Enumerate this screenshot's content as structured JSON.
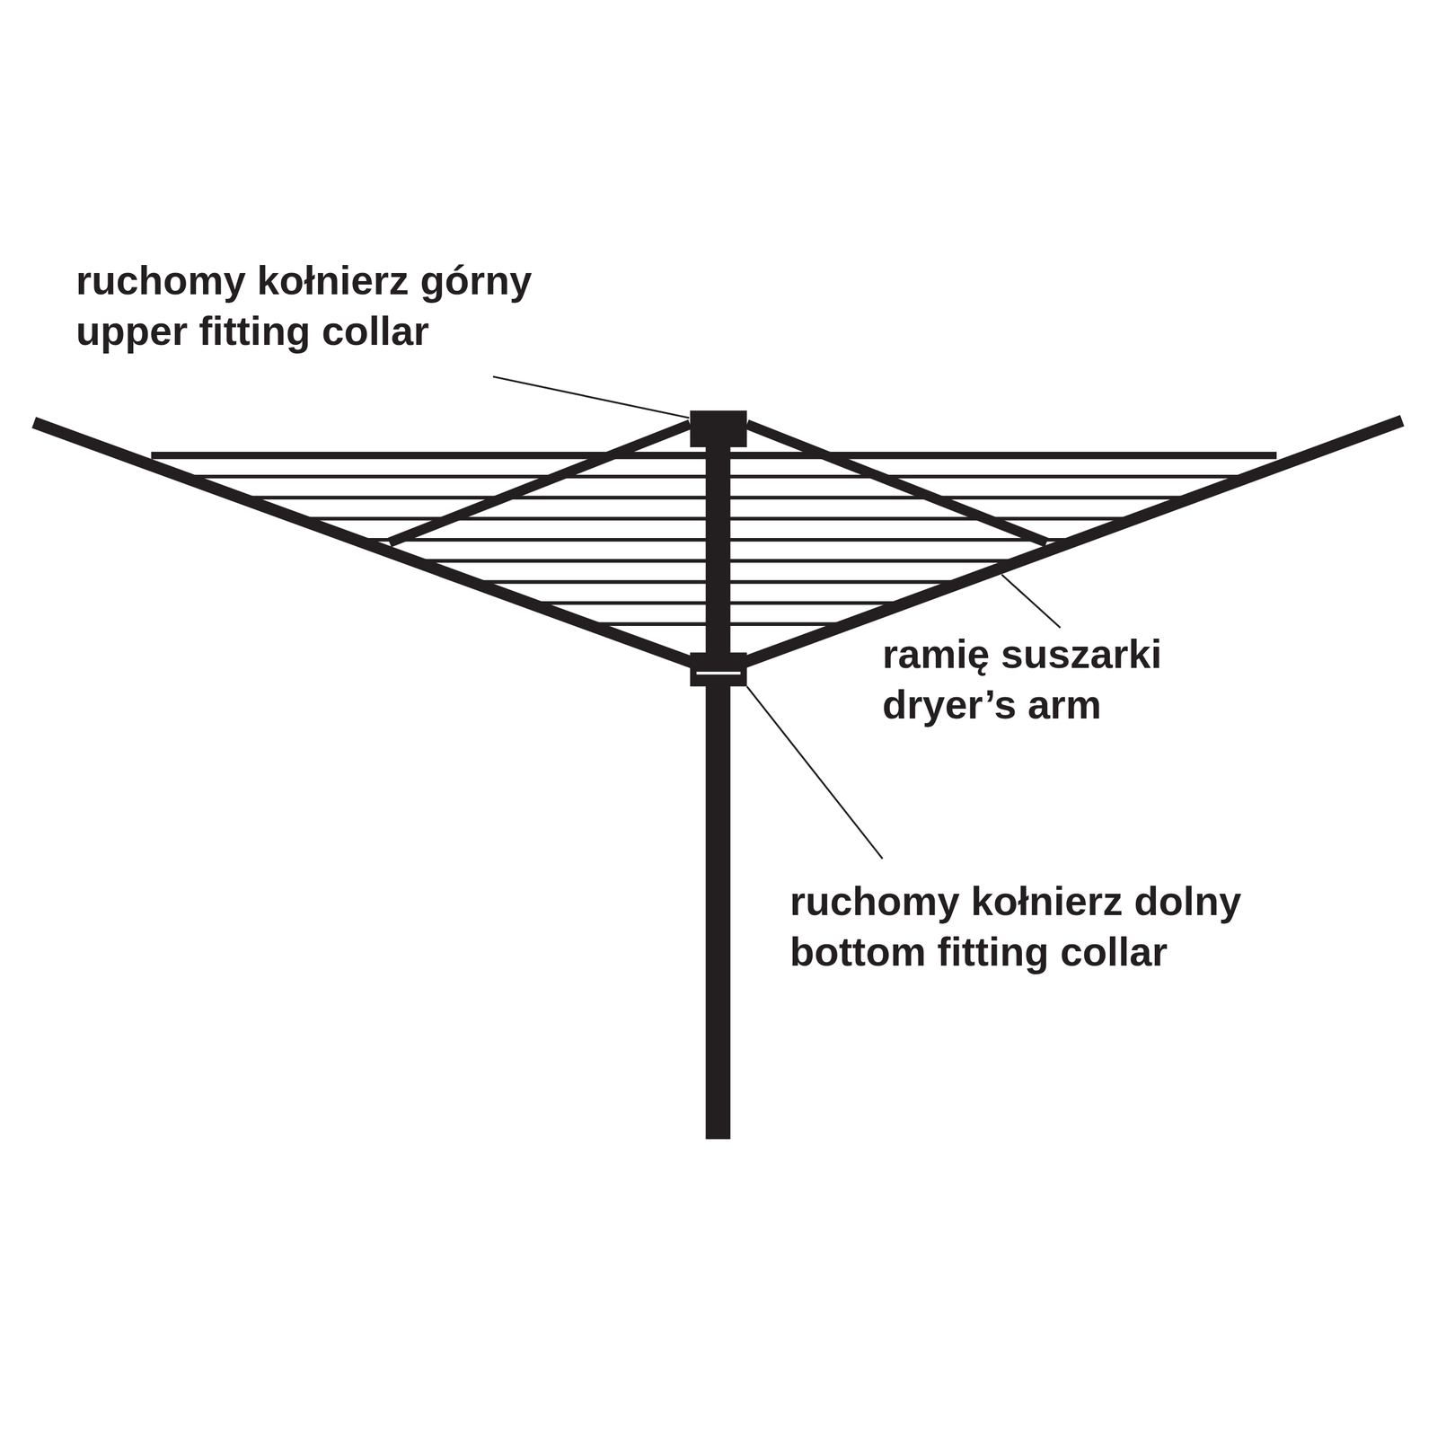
{
  "diagram": {
    "labels": [
      "ruchomy kołnierz górny",
      "upper fitting collar",
      "ramię suszarki",
      "dryer’s arm",
      "ruchomy kołnierz dolny",
      "bottom fitting collar"
    ]
  }
}
